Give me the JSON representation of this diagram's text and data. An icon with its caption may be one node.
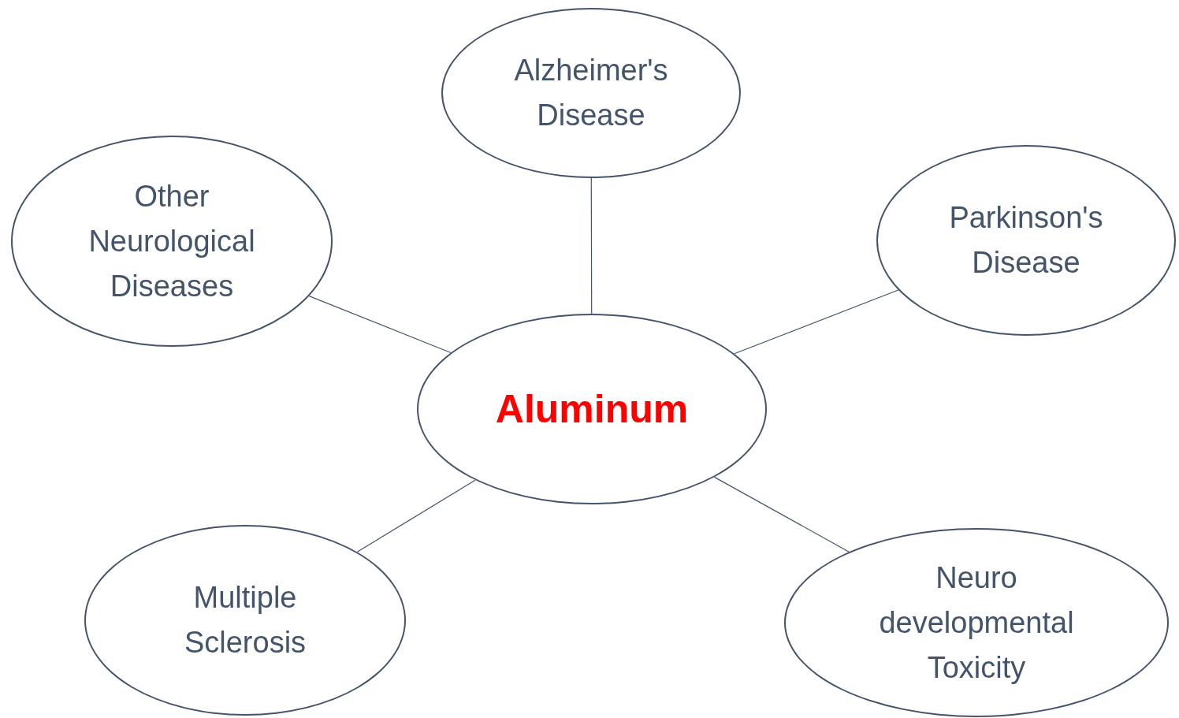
{
  "diagram": {
    "nodes": [
      {
        "text": [
          "Alzheimer's Disease"
        ]
      },
      {
        "text": [
          "Other Neurological Diseases"
        ]
      },
      {
        "text": [
          "Parkinson's Disease"
        ]
      },
      {
        "text": [
          "Aluminum"
        ]
      },
      {
        "text": [
          "Multiple Sclerosis"
        ]
      },
      {
        "text": [
          "Neuro developmental Toxicity"
        ]
      }
    ],
    "edges": [
      {
        "from": 3,
        "to": 0,
        "arrow": "none"
      },
      {
        "from": 3,
        "to": 1,
        "arrow": "none"
      },
      {
        "from": 3,
        "to": 2,
        "arrow": "none"
      },
      {
        "from": 3,
        "to": 4,
        "arrow": "none"
      },
      {
        "from": 3,
        "to": 5,
        "arrow": "none"
      }
    ]
  }
}
